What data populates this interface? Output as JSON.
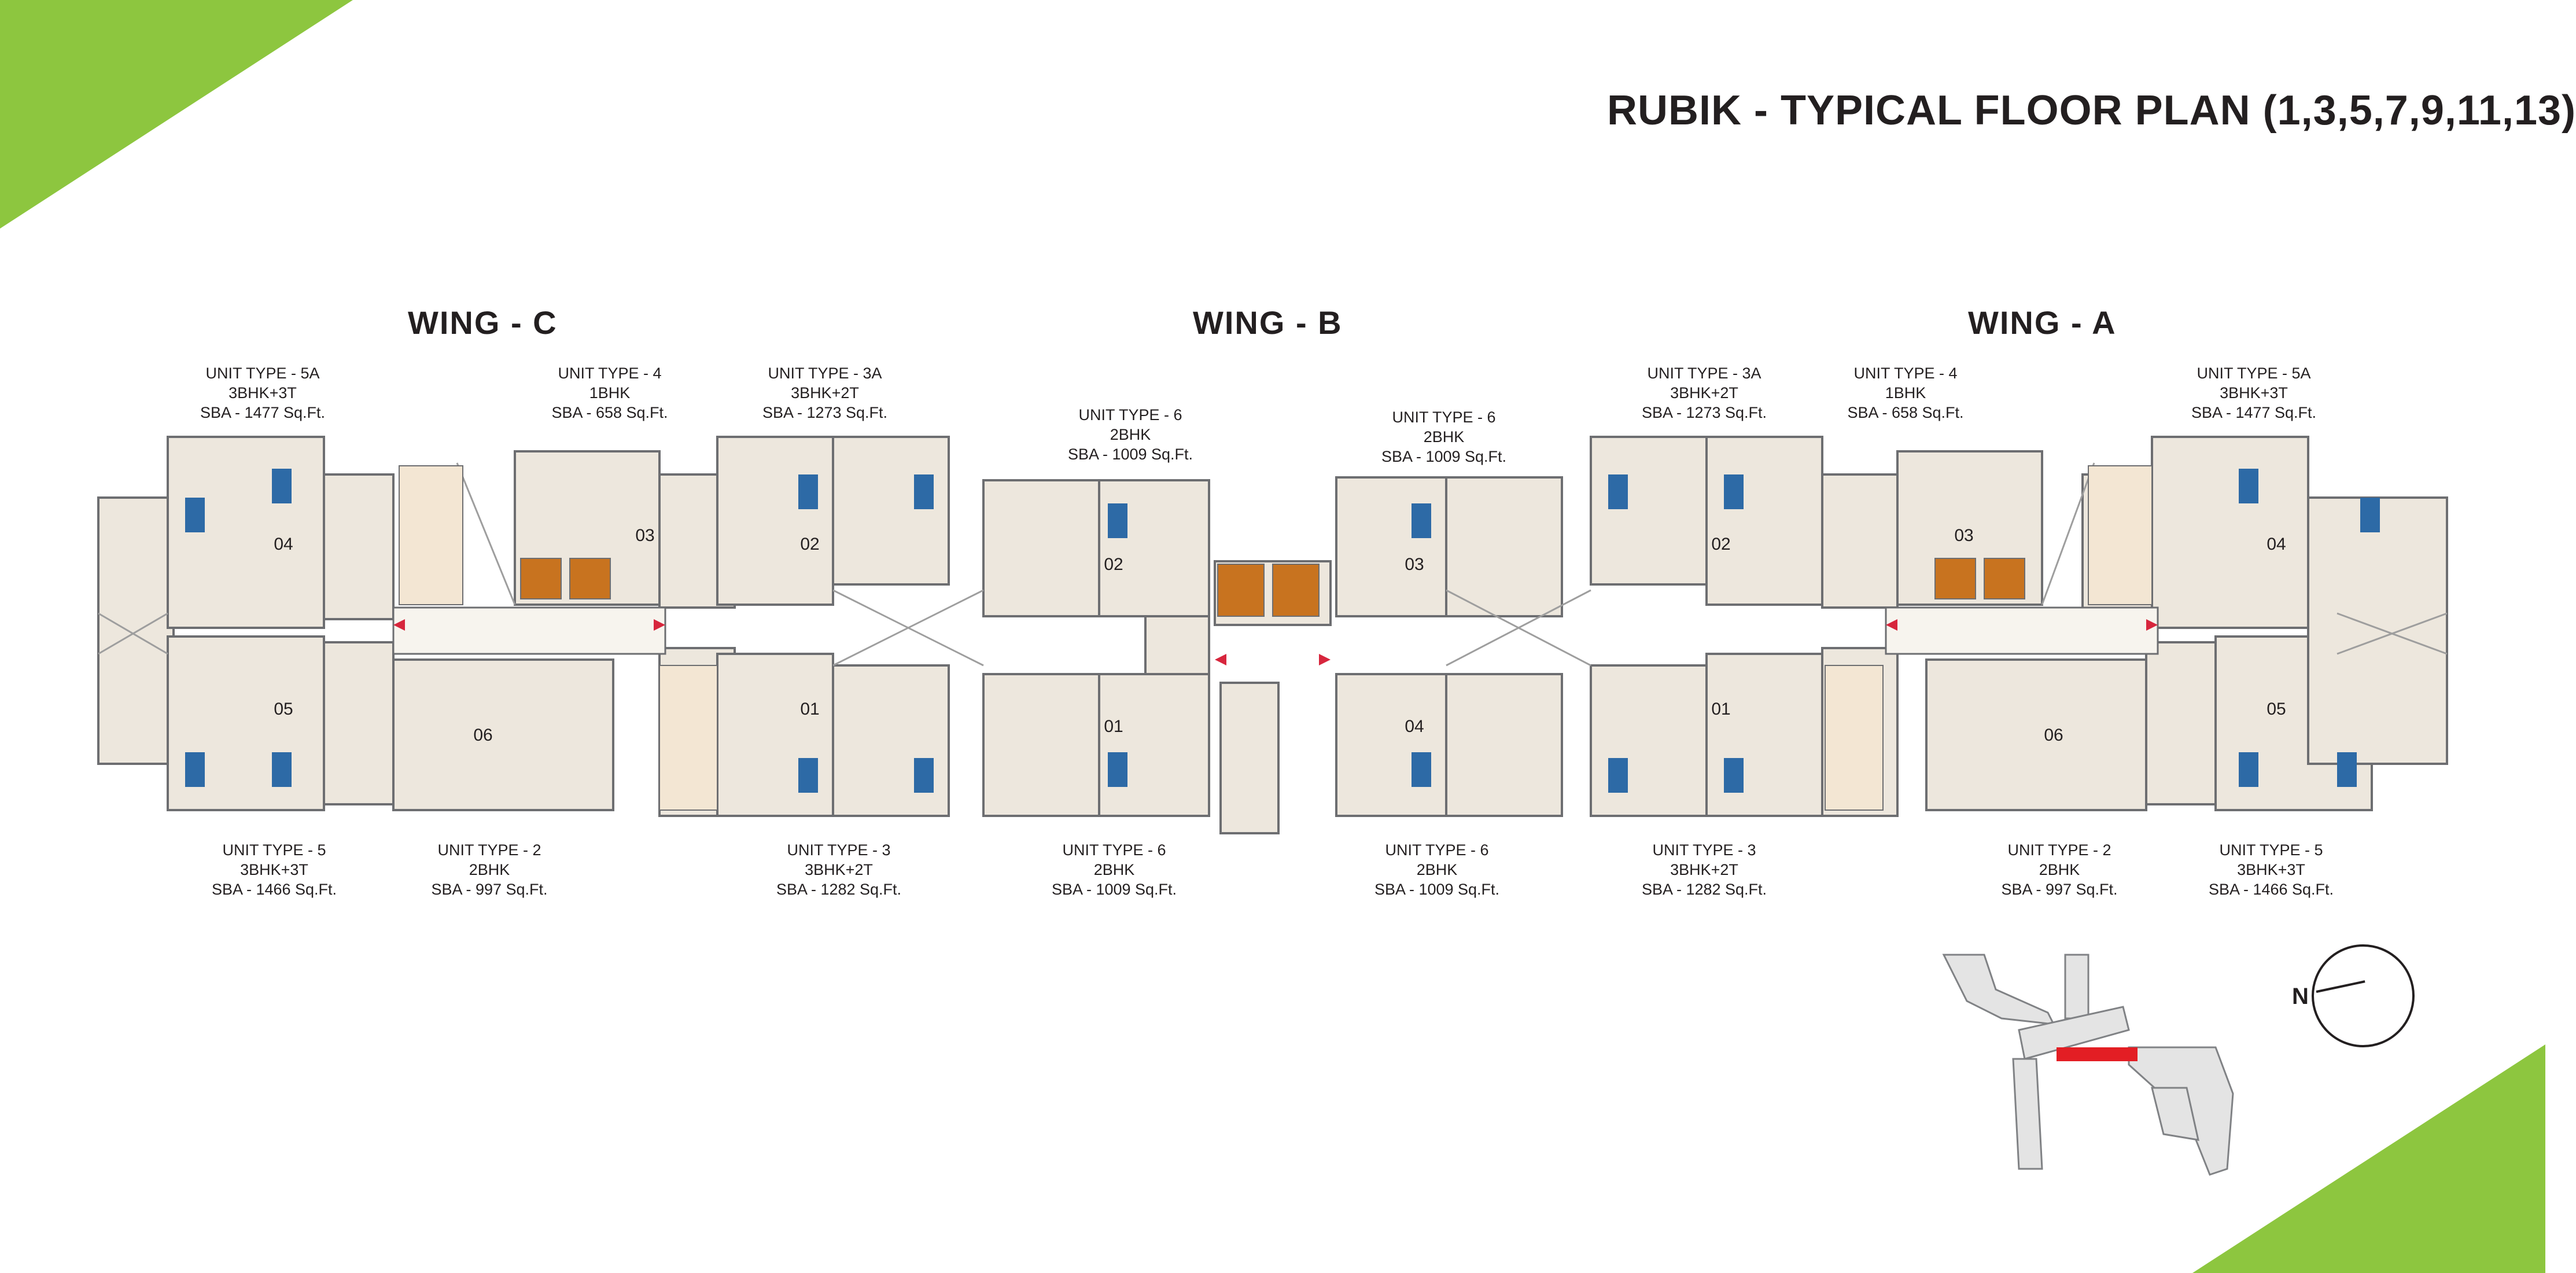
{
  "title": "RUBIK - TYPICAL FLOOR PLAN (1,3,5,7,9,11,13)",
  "wings": [
    {
      "label": "WING - C"
    },
    {
      "label": "WING - B"
    },
    {
      "label": "WING - A"
    }
  ],
  "units_top": [
    {
      "type": "UNIT TYPE - 5A",
      "config": "3BHK+3T",
      "sba": "SBA - 1477 Sq.Ft."
    },
    {
      "type": "UNIT TYPE - 4",
      "config": "1BHK",
      "sba": "SBA - 658 Sq.Ft."
    },
    {
      "type": "UNIT TYPE - 3A",
      "config": "3BHK+2T",
      "sba": "SBA - 1273 Sq.Ft."
    },
    {
      "type": "UNIT TYPE - 6",
      "config": "2BHK",
      "sba": "SBA - 1009 Sq.Ft."
    },
    {
      "type": "UNIT TYPE - 6",
      "config": "2BHK",
      "sba": "SBA - 1009 Sq.Ft."
    },
    {
      "type": "UNIT TYPE - 3A",
      "config": "3BHK+2T",
      "sba": "SBA - 1273 Sq.Ft."
    },
    {
      "type": "UNIT TYPE - 4",
      "config": "1BHK",
      "sba": "SBA - 658 Sq.Ft."
    },
    {
      "type": "UNIT TYPE - 5A",
      "config": "3BHK+3T",
      "sba": "SBA - 1477 Sq.Ft."
    }
  ],
  "units_bottom": [
    {
      "type": "UNIT TYPE - 5",
      "config": "3BHK+3T",
      "sba": "SBA - 1466 Sq.Ft."
    },
    {
      "type": "UNIT TYPE - 2",
      "config": "2BHK",
      "sba": "SBA - 997 Sq.Ft."
    },
    {
      "type": "UNIT TYPE - 3",
      "config": "3BHK+2T",
      "sba": "SBA - 1282 Sq.Ft."
    },
    {
      "type": "UNIT TYPE - 6",
      "config": "2BHK",
      "sba": "SBA - 1009 Sq.Ft."
    },
    {
      "type": "UNIT TYPE - 6",
      "config": "2BHK",
      "sba": "SBA - 1009 Sq.Ft."
    },
    {
      "type": "UNIT TYPE - 3",
      "config": "3BHK+2T",
      "sba": "SBA - 1282 Sq.Ft."
    },
    {
      "type": "UNIT TYPE - 2",
      "config": "2BHK",
      "sba": "SBA - 997 Sq.Ft."
    },
    {
      "type": "UNIT TYPE - 5",
      "config": "3BHK+3T",
      "sba": "SBA - 1466 Sq.Ft."
    }
  ],
  "unit_numbers": {
    "wing_c": [
      "04",
      "03",
      "02",
      "05",
      "06",
      "01"
    ],
    "wing_b": [
      "02",
      "01",
      "03",
      "04"
    ],
    "wing_a": [
      "03",
      "02",
      "04",
      "01",
      "06",
      "05"
    ]
  },
  "compass_label": "N",
  "colors": {
    "accent": "#8dc63f",
    "wall": "#6d6e71",
    "floor": "#ede7dd",
    "lift": "#c8731f"
  }
}
